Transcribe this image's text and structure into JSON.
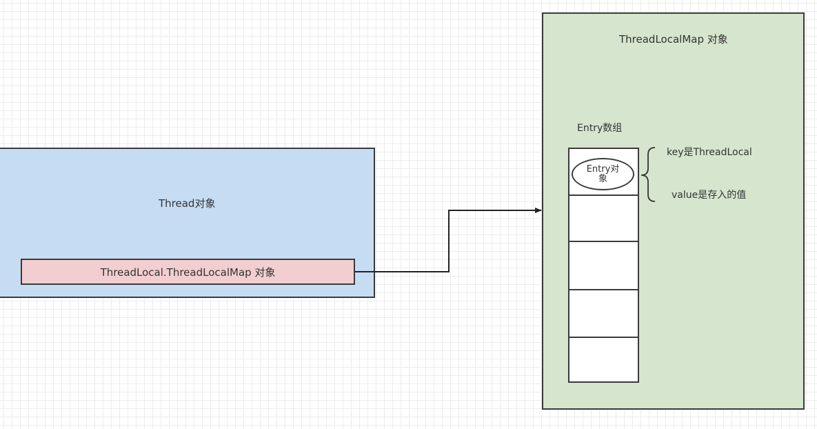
{
  "thread": {
    "title": "Thread对象",
    "field_label": "ThreadLocal.ThreadLocalMap 对象"
  },
  "map": {
    "title": "ThreadLocalMap 对象",
    "array_title": "Entry数组",
    "entry_label": "Entry对象",
    "key_note": "key是ThreadLocal",
    "value_note": "value是存入的值"
  },
  "colors": {
    "thread_fill": "#c6dcf3",
    "field_fill": "#f2ced0",
    "map_fill": "#d5e5ce",
    "stroke": "#3a3a3a"
  }
}
